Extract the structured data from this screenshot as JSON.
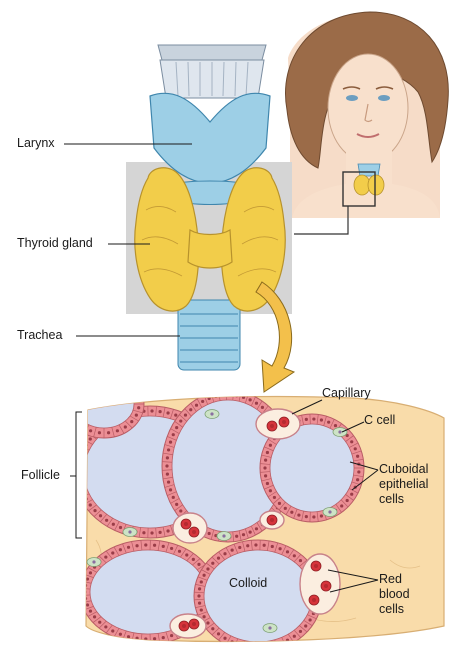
{
  "labels": {
    "larynx": "Larynx",
    "thyroid_gland": "Thyroid gland",
    "trachea": "Trachea",
    "follicle": "Follicle",
    "capillary": "Capillary",
    "c_cell": "C cell",
    "cuboidal_line1": "Cuboidal",
    "cuboidal_line2": "epithelial",
    "cuboidal_line3": "cells",
    "colloid": "Colloid",
    "red_line1": "Red",
    "red_line2": "blood",
    "red_line3": "cells"
  },
  "colors": {
    "thyroid_yellow": "#f2cd4a",
    "cartilage_blue": "#9dcfe6",
    "colloid_lavender": "#d3dcf0",
    "epithelial_pink": "#ec8f95",
    "connective_tissue": "#f9dcaa",
    "skin": "#f6dcc8",
    "hair": "#9b6b48",
    "zoom_box_gray": "#d5d5d5",
    "arrow_fill": "#f3c04b"
  }
}
